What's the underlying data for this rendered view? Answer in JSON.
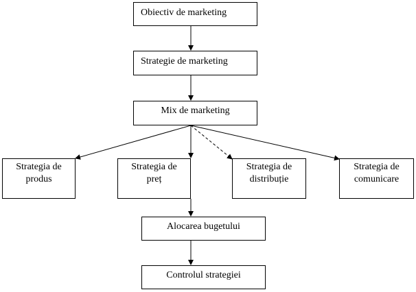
{
  "nodes": {
    "objectiv": "Obiectiv de marketing",
    "strategie": "Strategie de marketing",
    "mix": "Mix de marketing",
    "produs": "Strategia de produs",
    "pret": "Strategia de preț",
    "distributie": "Strategia de distribuție",
    "comunicare": "Strategia de comunicare",
    "alocare": "Alocarea bugetului",
    "control": "Controlul strategiei"
  },
  "colors": {
    "line": "#000000",
    "box_border": "#000000",
    "background": "#ffffff"
  }
}
